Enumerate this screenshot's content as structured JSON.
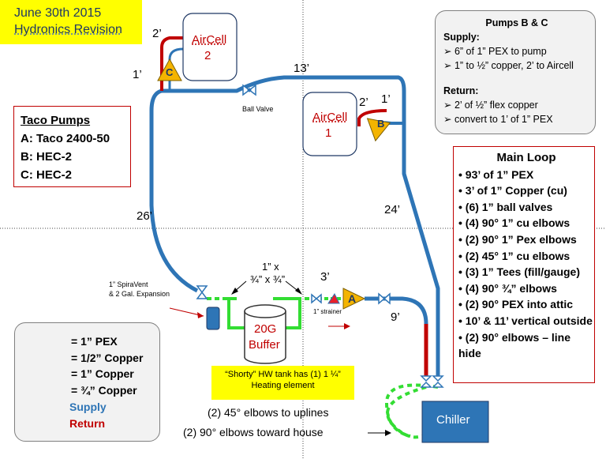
{
  "title": {
    "line1": "June 30th 2015",
    "line2": "Hydronics Revision"
  },
  "taco_pumps": {
    "heading": "Taco Pumps",
    "items": [
      "A:  Taco 2400-50",
      "B:  HEC-2",
      "C:  HEC-2"
    ]
  },
  "pumps_bc": {
    "heading": "Pumps B & C",
    "supply_heading": "Supply:",
    "supply_items": [
      "6” of 1” PEX to pump",
      "1” to ½” copper, 2’ to Aircell"
    ],
    "return_heading": "Return:",
    "return_items": [
      "2’ of ½” flex copper",
      "convert to 1’ of 1” PEX"
    ]
  },
  "main_loop": {
    "heading": "Main Loop",
    "items": [
      "93’ of 1” PEX",
      "3’ of 1” Copper (cu)",
      "(6) 1” ball valves",
      "(4) 90° 1” cu elbows",
      "(2) 90° 1” Pex elbows",
      "(2) 45° 1” cu elbows",
      "(3) 1” Tees (fill/gauge)",
      "(4) 90° ¾” elbows",
      "(2) 90° PEX into attic",
      "10’ & 11’ vertical outside",
      "(2) 90° elbows – line hide"
    ]
  },
  "legend": {
    "pex": "= 1” PEX",
    "half_copper": "= 1/2” Copper",
    "one_copper": "= 1” Copper",
    "threequarter_copper": "= ¾” Copper",
    "supply": "Supply",
    "return": "Return",
    "colors": {
      "supply": "#2e75b6",
      "return": "#c00000",
      "copper": "#33dd33"
    }
  },
  "components": {
    "aircell2": {
      "name": "AirCell",
      "num": "2"
    },
    "aircell1": {
      "name": "AirCell",
      "num": "1"
    },
    "buffer": {
      "size": "20G",
      "name": "Buffer"
    },
    "chiller": "Chiller",
    "pump_a": "A",
    "pump_b": "B",
    "pump_c": "C",
    "ball_valve": "Ball Valve",
    "spiravent": "1” SpiraVent",
    "expansion": "& 2 Gal. Expansion",
    "strainer": "1” strainer",
    "reducer": {
      "line1": "1” x",
      "line2": "¾” x ¾”"
    },
    "shorty": {
      "line1": "“Shorty” HW tank has (1) 1 ¼”",
      "line2": "Heating element"
    }
  },
  "lengths": {
    "c_top": "2’",
    "c_side": "1’",
    "top": "13’",
    "b_left": "2’",
    "b_top": "1’",
    "left": "26’",
    "right": "24’",
    "buffer_out": "3’",
    "bottom": "9’"
  },
  "notes": {
    "elbows_45": "(2) 45° elbows to uplines",
    "elbows_90": "(2) 90° elbows toward house"
  }
}
